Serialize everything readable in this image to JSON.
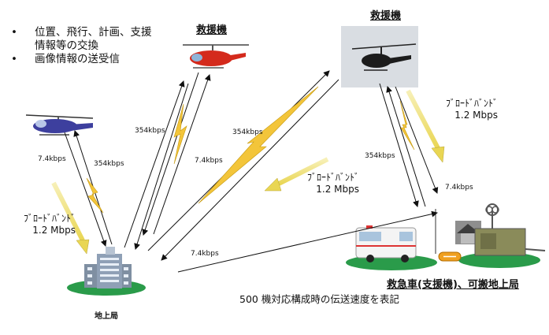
{
  "bullets": [
    {
      "lines": [
        "位置、飛行、計画、支援",
        "情報等の交換"
      ]
    },
    {
      "lines": [
        "画像情報の送受信"
      ]
    }
  ],
  "bullet_symbol": "•",
  "headings": {
    "rescue_left": "救援機",
    "rescue_right": "救援機",
    "ambulance": "救急車(支援機)、可搬地上局",
    "ground_station": "地上局"
  },
  "footnote": "500 機対応構成時の伝送速度を表記",
  "rates": {
    "r354_a": "354kbps",
    "r354_b": "354kbps",
    "r354_c": "354kbps",
    "r354_d": "354kbps",
    "r74_a": "7.4kbps",
    "r74_b": "7.4kbps",
    "r74_c": "7.4kbps",
    "r74_d": "7.4kbps"
  },
  "broadband": {
    "left": {
      "label": "ﾌﾞﾛｰﾄﾞﾊﾞﾝﾄﾞ",
      "speed": "1.2 Mbps"
    },
    "center": {
      "label": "ﾌﾞﾛｰﾄﾞﾊﾞﾝﾄﾞ",
      "speed": "1.2 Mbps"
    },
    "right": {
      "label": "ﾌﾞﾛｰﾄﾞﾊﾞﾝﾄﾞ",
      "speed": "1.2 Mbps"
    }
  },
  "colors": {
    "heli_red": "#d42a1c",
    "heli_blue": "#3d3f9e",
    "heli_black": "#1c1c1c",
    "broadband_arrow": "#f1e58a",
    "lightning": "#f3c53a",
    "ground": "#2a9b4a",
    "building": "#8896a8"
  }
}
